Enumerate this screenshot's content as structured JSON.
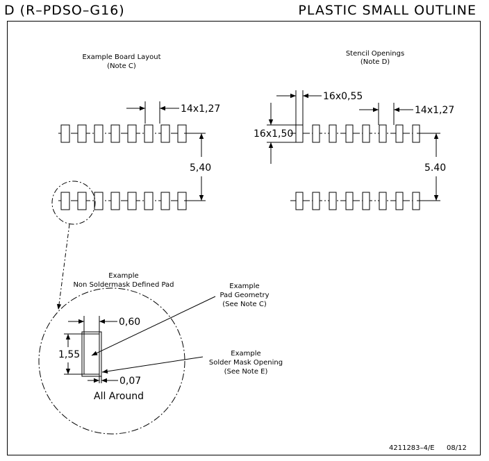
{
  "header": {
    "package_code": "D (R–PDSO–G16)",
    "package_type": "PLASTIC SMALL OUTLINE"
  },
  "board_layout": {
    "title": "Example Board Layout",
    "note": "(Note C)",
    "pitch_dim": "14x1,27",
    "row_spacing_dim": "5,40",
    "pads_per_row": 8
  },
  "stencil": {
    "title": "Stencil Openings",
    "note": "(Note D)",
    "width_dim": "16x0,55",
    "length_dim": "16x1,50",
    "pitch_dim": "14x1,27",
    "row_spacing_dim": "5.40",
    "pads_per_row": 8
  },
  "detail": {
    "title_line1": "Example",
    "title_line2": "Non Soldermask Defined Pad",
    "pad_width_dim": "0,60",
    "pad_length_dim": "1,55",
    "clearance_dim": "0,07",
    "clearance_text": "All Around",
    "pad_callout_line1": "Example",
    "pad_callout_line2": "Pad Geometry",
    "pad_callout_line3": "(See Note C)",
    "mask_callout_line1": "Example",
    "mask_callout_line2": "Solder Mask Opening",
    "mask_callout_line3": "(See Note E)"
  },
  "footer": {
    "drawing_number": "4211283–4/E",
    "date": "08/12"
  }
}
